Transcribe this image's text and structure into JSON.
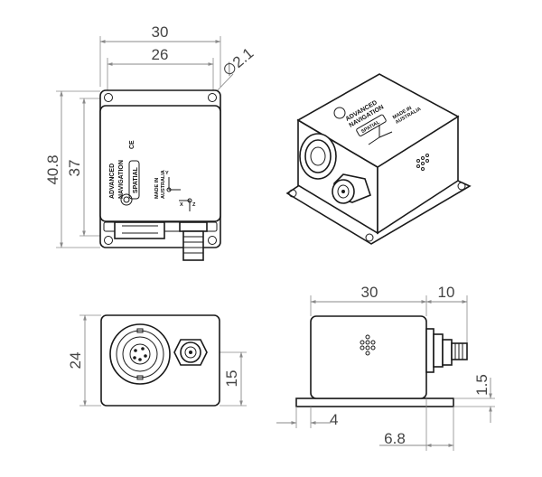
{
  "dimensions": {
    "top_width_overall": "30",
    "top_width_inner": "26",
    "hole_diameter": "∅2.1",
    "height_overall": "40.8",
    "height_inner": "37",
    "front_height": "24",
    "connector_offset": "15",
    "side_width": "30",
    "connector_length": "10",
    "connector_height": "1.5",
    "base_offset": "4",
    "base_length": "6.8"
  },
  "labels": {
    "brand_line1": "ADVANCED",
    "brand_line2": "NAVIGATION",
    "product": "SPATIAL",
    "origin_line1": "MADE IN",
    "origin_line2": "AUSTRALIA",
    "axis_y": "Y",
    "axis_x": "X",
    "axis_z": "Z",
    "ce_mark": "CE"
  }
}
